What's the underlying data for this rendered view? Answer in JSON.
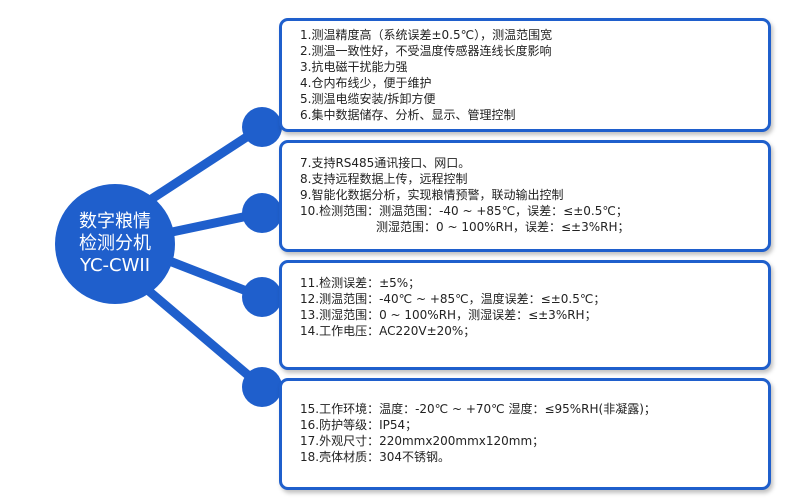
{
  "hub": {
    "lines": [
      "数字粮情",
      "检测分机",
      "YC-CWII"
    ]
  },
  "panels": [
    {
      "lines": [
        "1.测温精度高（系统误差±0.5℃），测温范围宽",
        "2.测温一致性好，不受温度传感器连线长度影响",
        "3.抗电磁干扰能力强",
        "4.仓内布线少，便于维护",
        "5.测温电缆安装/拆卸方便",
        "6.集中数据储存、分析、显示、管理控制"
      ]
    },
    {
      "lines": [
        "7.支持RS485通讯接口、网口。",
        "8.支持远程数据上传，远程控制",
        "9.智能化数据分析，实现粮情预警，联动输出控制",
        "10.检测范围：测温范围：-40 ~ +85℃，误差：≤±0.5℃；",
        "测湿范围：0 ~ 100%RH，误差：≤±3%RH；"
      ]
    },
    {
      "lines": [
        "11.检测误差：±5%；",
        "12.测温范围：-40℃ ~ +85℃，温度误差：≤±0.5℃；",
        "13.测湿范围：0 ~ 100%RH，测湿误差：≤±3%RH；",
        "14.工作电压：AC220V±20%；"
      ]
    },
    {
      "lines": [
        "15.工作环境：温度：-20℃ ~ +70℃   湿度：≤95%RH(非凝露)；",
        "16.防护等级：IP54；",
        "17.外观尺寸：220mmx200mmx120mm；",
        "18.壳体材质：304不锈钢。"
      ]
    }
  ],
  "colors": {
    "accent": "#1f5fcc",
    "border": "#1f5fcc",
    "text": "#222222"
  }
}
